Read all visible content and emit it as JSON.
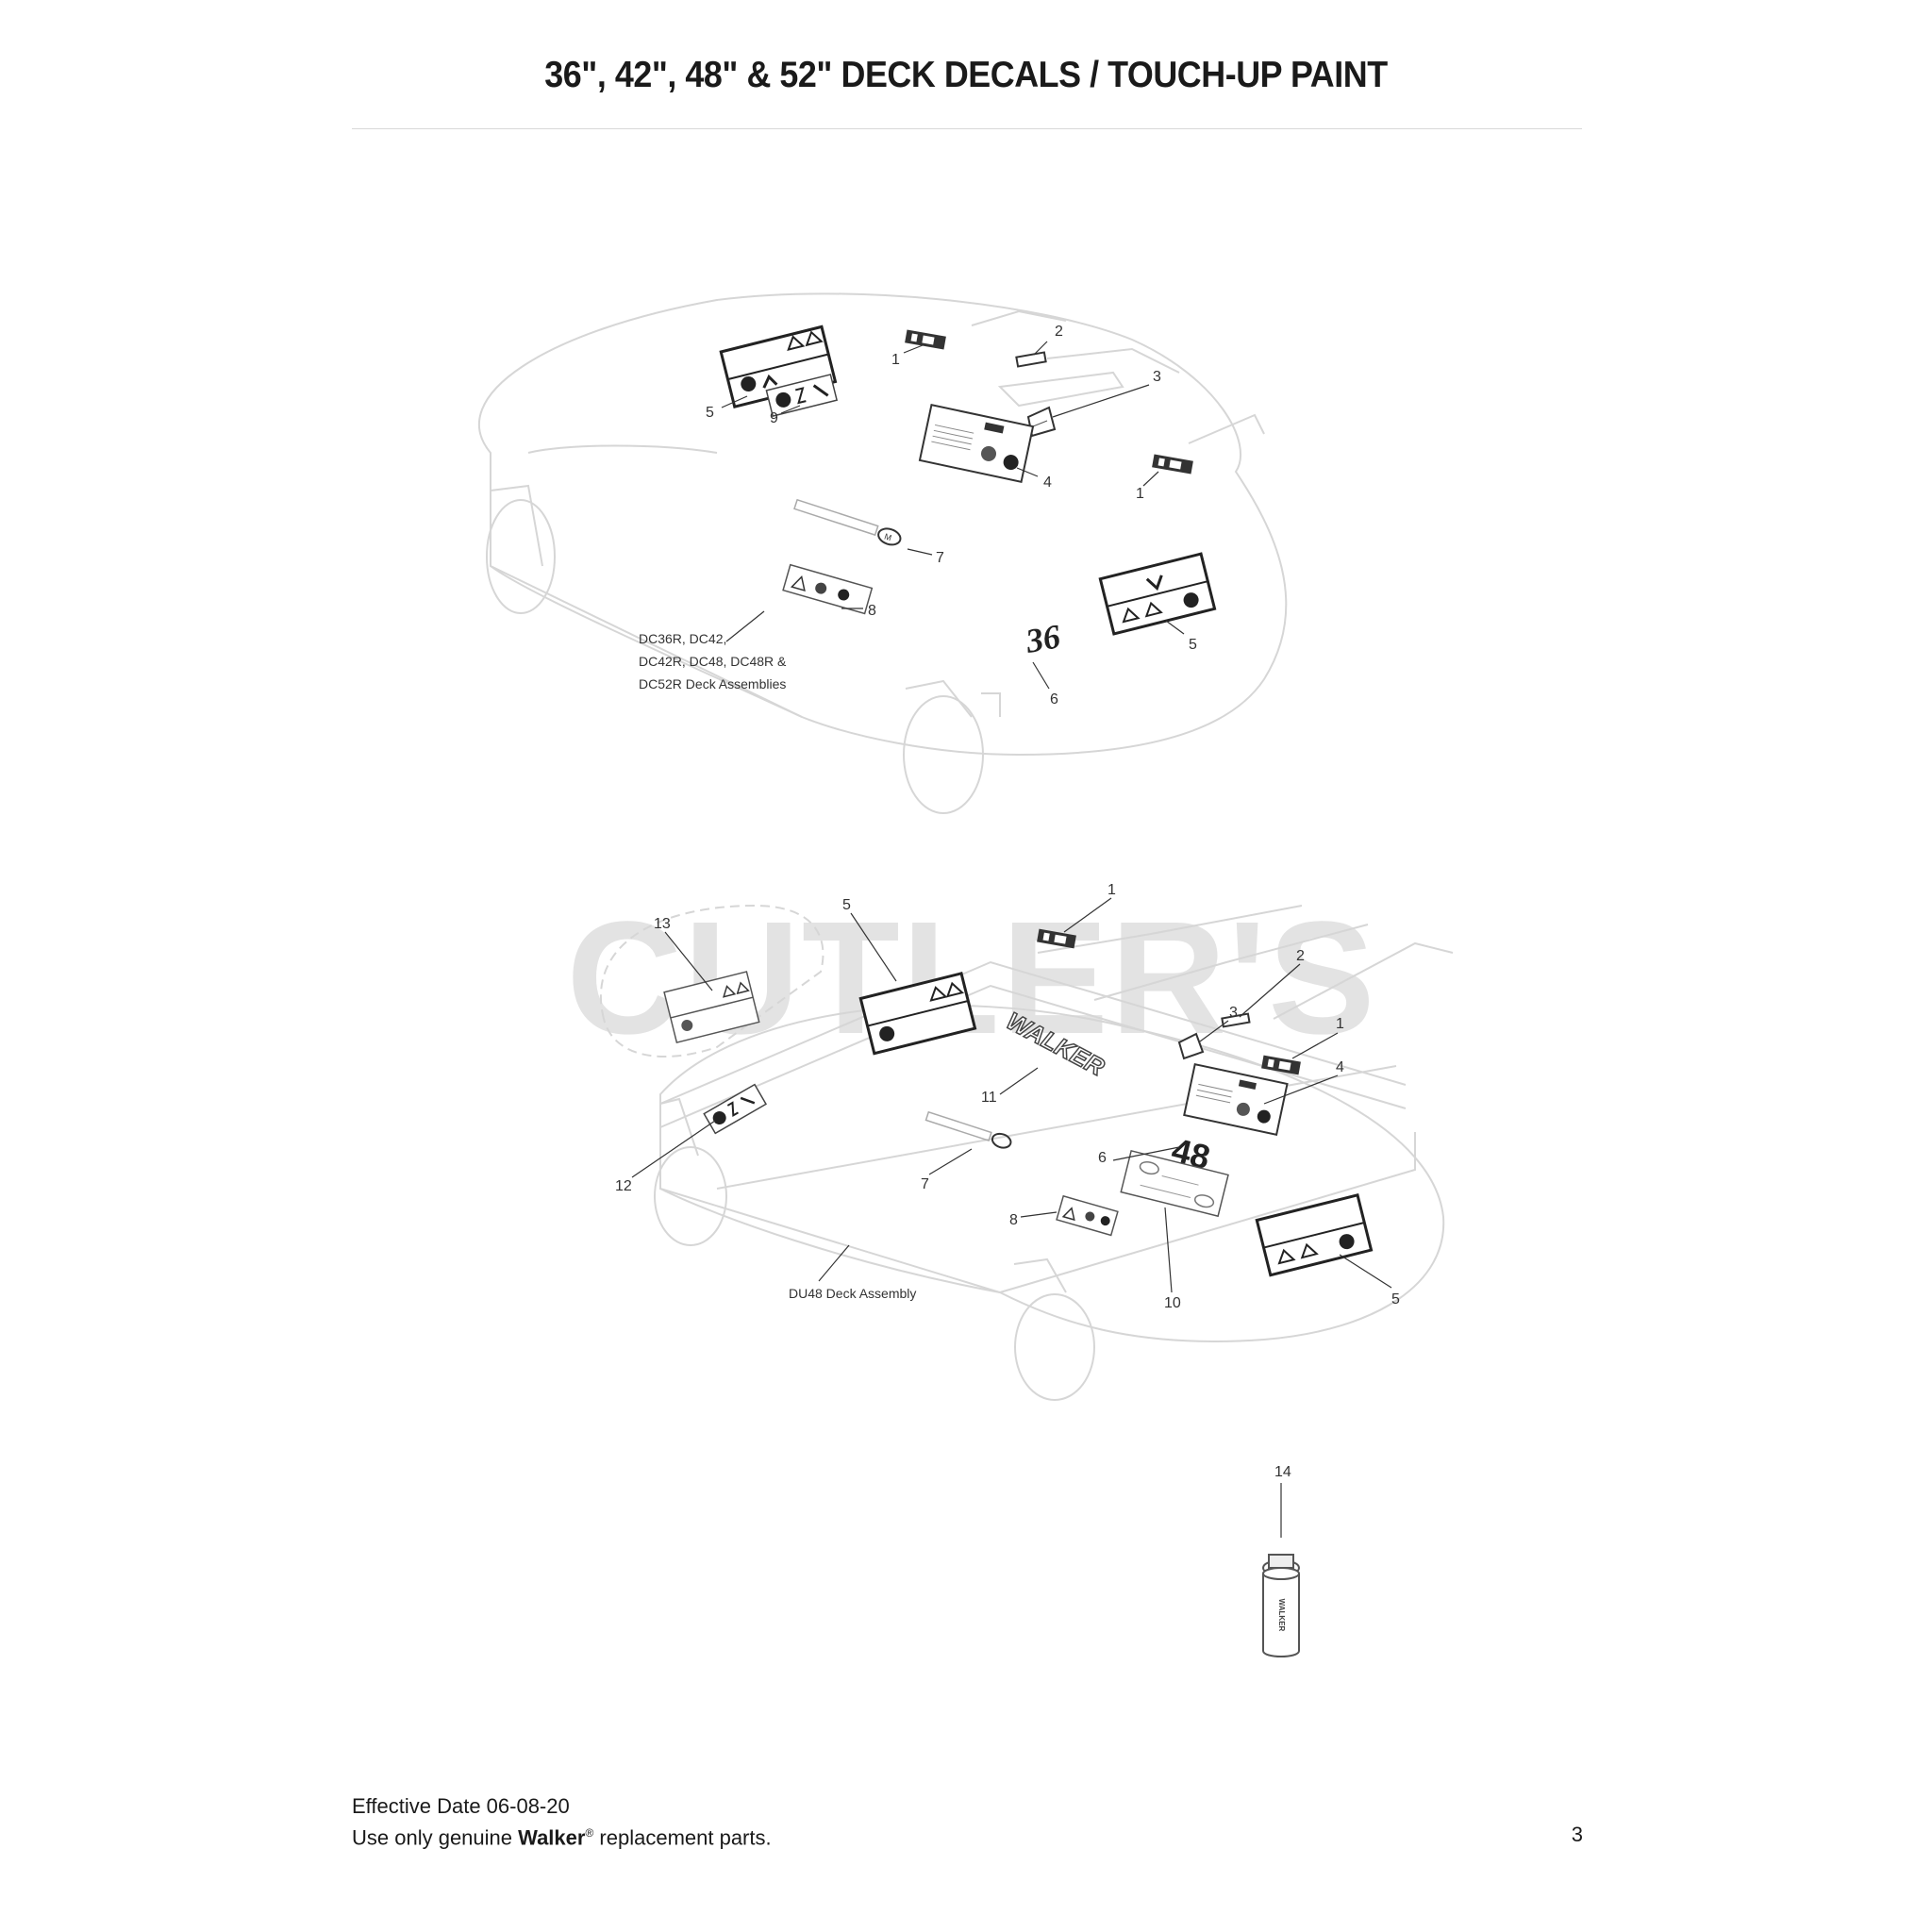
{
  "page": {
    "title": "36\", 42\", 48\" & 52\" DECK DECALS / TOUCH-UP PAINT",
    "page_number": "3",
    "watermark": "CUTLER'S"
  },
  "footer": {
    "effective_date": "Effective Date 06-08-20",
    "parts_prefix": "Use only genuine ",
    "brand": "Walker",
    "registered": "®",
    "parts_suffix": " replacement parts."
  },
  "diagram_top": {
    "assembly_label_lines": [
      "DC36R, DC42,",
      "DC42R, DC48, DC48R &",
      "DC52R Deck Assemblies"
    ],
    "deck_size_decal": "36",
    "callouts": [
      "1",
      "2",
      "3",
      "5",
      "9",
      "4",
      "1",
      "7",
      "8",
      "5",
      "6"
    ]
  },
  "diagram_bottom": {
    "assembly_label": "DU48 Deck Assembly",
    "deck_size_decal": "48",
    "brand_decal": "WALKER",
    "callouts": [
      "1",
      "5",
      "13",
      "2",
      "3",
      "1",
      "4",
      "11",
      "12",
      "6",
      "7",
      "8",
      "10",
      "5"
    ]
  },
  "paint": {
    "callout": "14",
    "can_label": "WALKER"
  }
}
